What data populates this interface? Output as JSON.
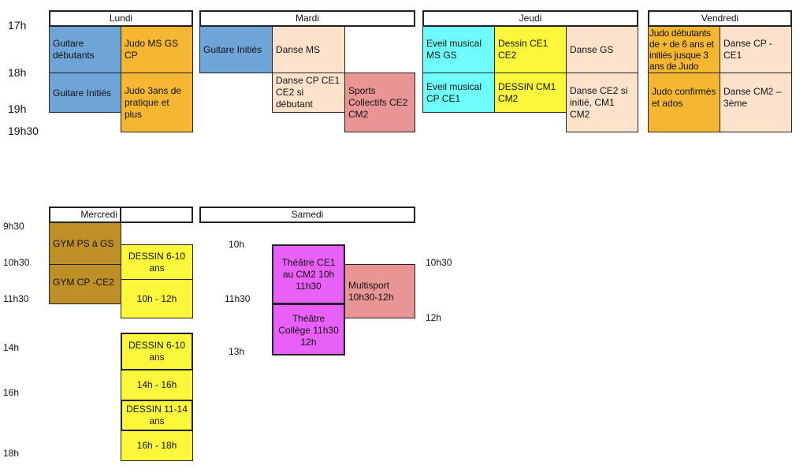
{
  "days": {
    "lundi": "Lundi",
    "mardi": "Mardi",
    "jeudi": "Jeudi",
    "vendredi": "Vendredi",
    "mercredi": "Mercredi",
    "samedi": "Samedi"
  },
  "times_top": [
    "17h",
    "18h",
    "19h",
    "19h30"
  ],
  "times_mercredi": [
    "9h30",
    "10h30",
    "11h30",
    "14h",
    "16h",
    "18h"
  ],
  "times_samedi_left": [
    "10h",
    "11h30",
    "13h"
  ],
  "times_samedi_right": [
    "10h30",
    "12h"
  ],
  "lundi": [
    "Guitare débutants",
    "Judo MS GS CP",
    "Guitare Initiés",
    "Judo 3ans de pratique et plus"
  ],
  "mardi": [
    "Guitare Initiés",
    "Danse MS",
    "Danse CP CE1 CE2 si débutant",
    "Sports Collectifs CE2 CM2"
  ],
  "jeudi": [
    "Eveil musical MS GS",
    "Dessin CE1 CE2",
    "Danse GS",
    "Eveil musical CP CE1",
    "DESSIN CM1 CM2",
    "Danse CE2 si initié, CM1 CM2"
  ],
  "vendredi": [
    "Judo débutants de + de 6 ans et initiés jusque 3 ans de Judo",
    "Danse CP - CE1",
    "Judo confirmés et ados",
    "Danse CM2 – 3ème"
  ],
  "mercredi": [
    "GYM PS à GS",
    "GYM CP -CE2",
    "DESSIN  6-10 ans",
    "10h - 12h",
    "DESSIN 6-10 ans",
    "14h - 16h",
    "DESSIN 11-14 ans",
    "16h - 18h"
  ],
  "samedi": [
    "Théâtre CE1 au CM2 10h 11h30",
    "Théâtre Collège 11h30 12h",
    "Multisport 10h30-12h"
  ],
  "colors": {
    "guitare": "#6fa4d8",
    "judo": "#f5b731",
    "danse": "#fce1cb",
    "sport": "#e99595",
    "eveil": "#6ffcfd",
    "dessin": "#fbf73a",
    "gym": "#bf8f27",
    "theatre": "#e960f9"
  }
}
